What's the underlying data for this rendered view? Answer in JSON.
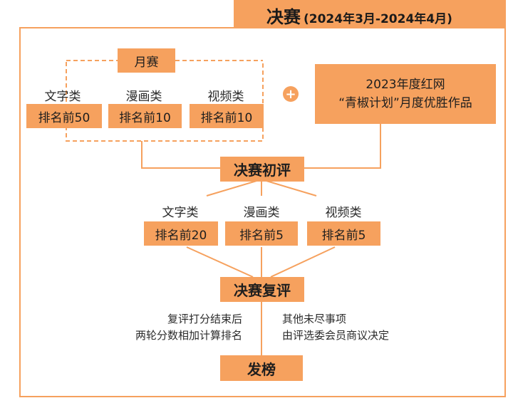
{
  "header": {
    "title": "决赛",
    "subtitle": "(2024年3月-2024年4月)"
  },
  "monthly": {
    "title": "月赛",
    "categories": [
      {
        "label": "文字类",
        "rank": "排名前50"
      },
      {
        "label": "漫画类",
        "rank": "排名前10"
      },
      {
        "label": "视频类",
        "rank": "排名前10"
      }
    ]
  },
  "plus_symbol": "+",
  "works_2023": {
    "line1": "2023年度红网",
    "line2": "“青椒计划”月度优胜作品"
  },
  "first_review": {
    "title": "决赛初评",
    "categories": [
      {
        "label": "文字类",
        "rank": "排名前20"
      },
      {
        "label": "漫画类",
        "rank": "排名前5"
      },
      {
        "label": "视频类",
        "rank": "排名前5"
      }
    ]
  },
  "second_review": {
    "title": "决赛复评",
    "note_left": [
      "复评打分结束后",
      "两轮分数相加计算排名"
    ],
    "note_right": [
      "其他未尽事项",
      "由评选委会员商议决定"
    ]
  },
  "announce": {
    "title": "发榜"
  },
  "colors": {
    "accent": "#f6a15e",
    "text": "#2b2b2b"
  }
}
